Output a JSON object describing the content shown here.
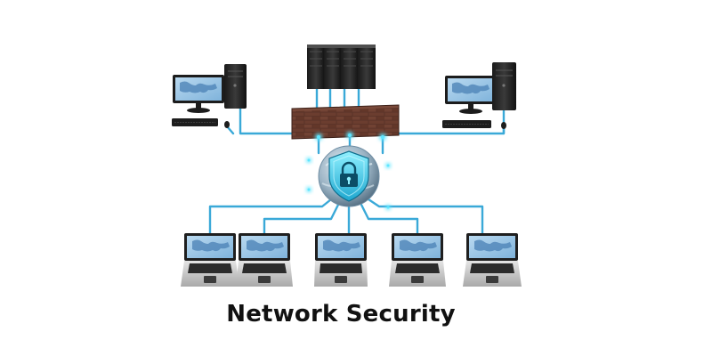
{
  "caption": "Network Security",
  "colors": {
    "link": "#3aa9d8",
    "glow": "#5fe6ff",
    "shield": "#4ec9e8",
    "brick": "#5a3328",
    "screen": "#9fc8e6",
    "background": "#ffffff"
  },
  "icons": [
    "server-rack-icon",
    "firewall-icon",
    "shield-lock-icon",
    "globe-icon",
    "laptop-icon",
    "desktop-monitor-icon",
    "tower-cpu-icon",
    "keyboard-icon",
    "mouse-icon"
  ],
  "nodes": {
    "servers": 1,
    "desktops": 2,
    "laptops": 5
  }
}
